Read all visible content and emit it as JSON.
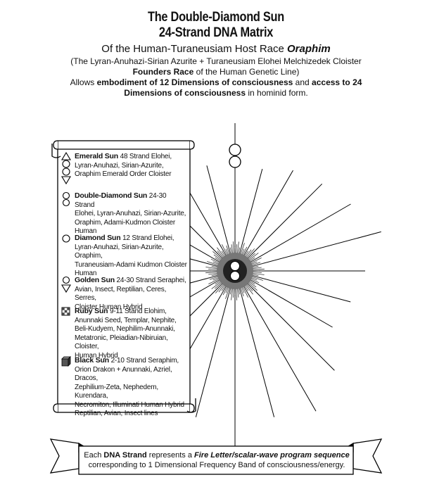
{
  "header": {
    "title_1": "The Double-Diamond Sun",
    "title_2": "24-Strand DNA Matrix",
    "host_prefix": "Of the Human-Turaneusiam Host Race",
    "host_name": "Oraphim",
    "lineage": "(The Lyran-Anuhazi-Sirian Azurite + Turaneusiam Elohei Melchizedek Cloister",
    "founders_bold": "Founders Race",
    "founders_rest": "of the Human Genetic Line)",
    "allows_prefix": "Allows",
    "allows_bold_1": "embodiment of 12 Dimensions of consciousness",
    "allows_mid": "and",
    "allows_bold_2": "access to 24",
    "allows_bold_3": "Dimensions of consciousness",
    "allows_end": "in hominid form."
  },
  "legend": {
    "entries": [
      {
        "name": "Emerald Sun",
        "icon": "triangle-circle-stack-icon",
        "lines": [
          "48 Strand Elohei,",
          "Lyran-Anuhazi, Sirian-Azurite,",
          "Oraphim Emerald Order Cloister"
        ]
      },
      {
        "name": "Double-Diamond Sun",
        "icon": "double-circle-icon",
        "lines": [
          "24-30 Strand",
          "Elohei, Lyran-Anuhazi, Sirian-Azurite,",
          "Oraphim, Adami-Kudmon Cloister",
          "Human"
        ]
      },
      {
        "name": "Diamond Sun",
        "icon": "circle-icon",
        "lines": [
          "12 Strand Elohei,",
          "Lyran-Anuhazi, Sirian-Azurite, Oraphim,",
          "Turaneusiam-Adami Kudmon Cloister",
          "Human"
        ]
      },
      {
        "name": "Golden Sun",
        "icon": "circle-triangle-icon",
        "lines": [
          "24-30 Strand Seraphei,",
          "Avian, Insect, Reptilian, Ceres, Serres,",
          "Cloister Human Hybrid"
        ]
      },
      {
        "name": "Ruby Sun",
        "icon": "checkered-square-icon",
        "lines": [
          "9-11 Stand Elohim,",
          "Anunnaki Seed, Templar, Nephite,",
          "Beli-Kudyem, Nephilim-Anunnaki,",
          "Metatronic, Pleiadian-Nibiruian, Cloister,",
          "Human Hybrid"
        ]
      },
      {
        "name": "Black Sun",
        "icon": "shaded-cube-icon",
        "lines": [
          "2-10 Strand Seraphim,",
          "Orion Drakon + Anunnaki, Azriel, Dracos,",
          "Zephilium-Zeta, Nephedem, Kurendara,",
          "Necromiton, Illuminati Human Hybrid",
          "Reptilian, Avian, Insect lines"
        ]
      }
    ]
  },
  "banner": {
    "prefix": "Each",
    "strand_bold": "DNA Strand",
    "represents": "represents a",
    "fire_bold_italic": "Fire Letter/scalar-wave program sequence",
    "line_2": "corresponding to 1 Dimensional Frequency Band of consciousness/energy."
  }
}
